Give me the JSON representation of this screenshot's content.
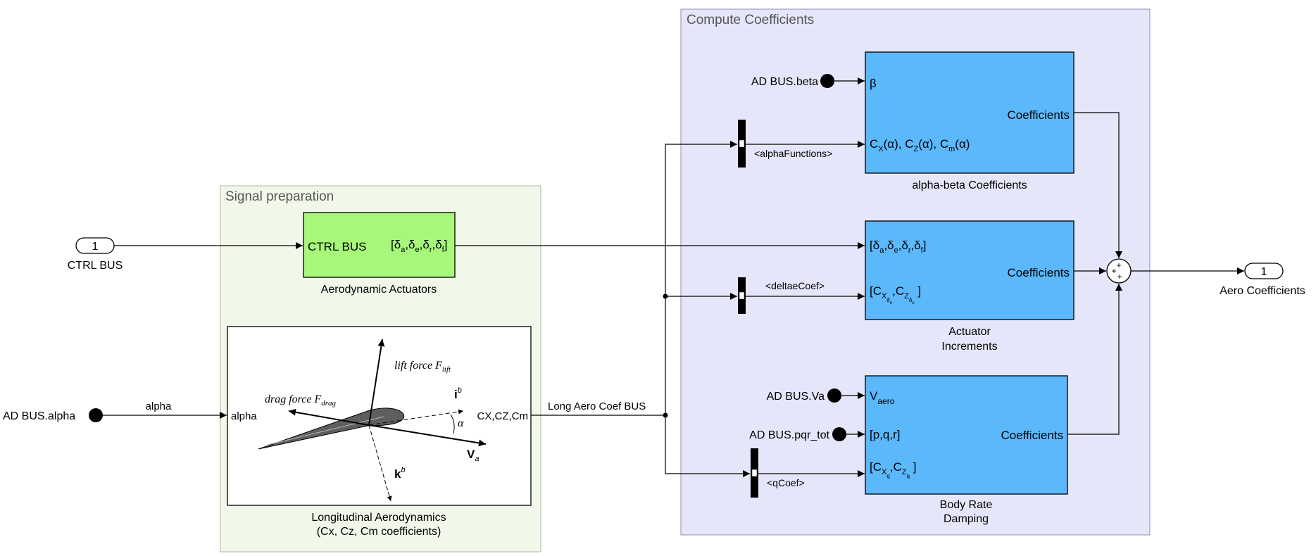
{
  "areas": {
    "signal_preparation": "Signal preparation",
    "compute_coefficients": "Compute Coefficients"
  },
  "ports": {
    "in1": {
      "number": "1",
      "label": "CTRL BUS"
    },
    "out1": {
      "number": "1",
      "label": "Aero Coefficients"
    }
  },
  "from_tags": {
    "alpha": "AD BUS.alpha",
    "beta": "AD BUS.beta",
    "va": "AD BUS.Va",
    "pqr": "AD BUS.pqr_tot"
  },
  "blocks": {
    "actuators": {
      "name": "Aerodynamic Actuators",
      "in_port": "CTRL BUS",
      "out_port": "[δa,δe,δr,δf]"
    },
    "longitudinal": {
      "name_line1": "Longitudinal Aerodynamics",
      "name_line2": "(Cx, Cz, Cm coefficients)",
      "in_port": "alpha",
      "out_port": "CX,CZ,Cm",
      "image_labels": {
        "lift": "lift force F",
        "lift_sub": "lift",
        "drag": "drag force F",
        "drag_sub": "drag",
        "ib": "i",
        "ib_sup": "b",
        "kb": "k",
        "kb_sup": "b",
        "alpha": "α",
        "va": "V",
        "va_sub": "a"
      }
    },
    "alpha_beta": {
      "name": "alpha-beta Coefficients",
      "in1": "β",
      "in2": "CX(α), CZ(α), Cm(α)",
      "out": "Coefficients"
    },
    "actuator_increments": {
      "name_line1": "Actuator",
      "name_line2": "Increments",
      "in1": "[δa,δe,δr,δf]",
      "in2": "[CXδe,CZδe]",
      "out": "Coefficients"
    },
    "body_rate": {
      "name_line1": "Body Rate",
      "name_line2": "Damping",
      "in1": "Vaero",
      "in2": "[p,q,r]",
      "in3": "[CXq,CZq]",
      "out": "Coefficients"
    },
    "sum": {
      "signs": "+++"
    }
  },
  "signals": {
    "alpha": "alpha",
    "long_bus": "Long Aero Coef BUS",
    "alpha_functions": "<alphaFunctions>",
    "deltae_coef": "<deltaeCoef>",
    "q_coef": "<qCoef>"
  },
  "colors": {
    "signal_prep_fill": "#f1f8e9",
    "signal_prep_border": "#aab8a0",
    "compute_fill": "#e6e6fb",
    "compute_border": "#8f8fb3",
    "green_block": "#a6f77a",
    "blue_block": "#5ab8fb",
    "line": "#000000"
  }
}
